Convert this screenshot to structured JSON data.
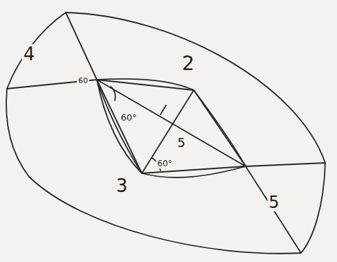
{
  "diagram": {
    "labels": [
      "4",
      "2",
      "3",
      "5",
      "60°",
      "60°",
      "60",
      "5"
    ]
  }
}
